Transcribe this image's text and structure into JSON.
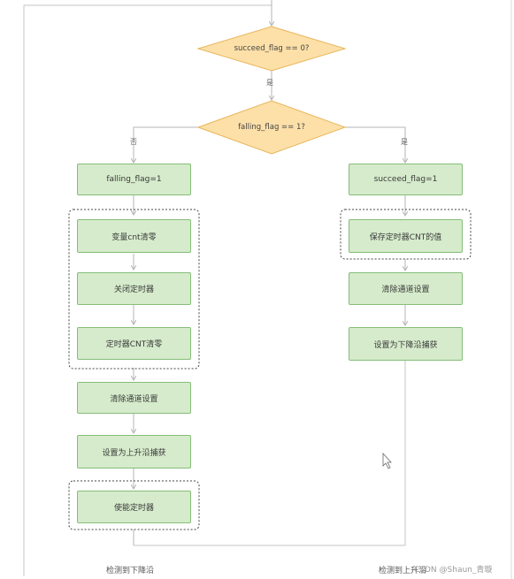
{
  "diagram": {
    "decisions": {
      "d1": "succeed_flag == 0?",
      "d2": "falling_flag == 1?"
    },
    "edge_labels": {
      "d1_yes": "是",
      "d2_no": "否",
      "d2_yes": "是"
    },
    "left_branch": [
      "falling_flag=1",
      "变量cnt清零",
      "关闭定时器",
      "定时器CNT清零",
      "清除通道设置",
      "设置为上升沿捕获",
      "使能定时器"
    ],
    "right_branch": [
      "succeed_flag=1",
      "保存定时器CNT的值",
      "清除通道设置",
      "设置为下降沿捕获"
    ],
    "bottom": {
      "left_text": "检测到下降沿",
      "right_text": "检测到上升沿"
    }
  },
  "watermark": "CSDN @Shaun_青璇",
  "colors": {
    "box_fill": "#d5ebcb",
    "box_border": "#86bd7a",
    "diamond_fill": "#fde0a8",
    "diamond_border": "#e8b55a",
    "line": "#b5b5b5"
  }
}
